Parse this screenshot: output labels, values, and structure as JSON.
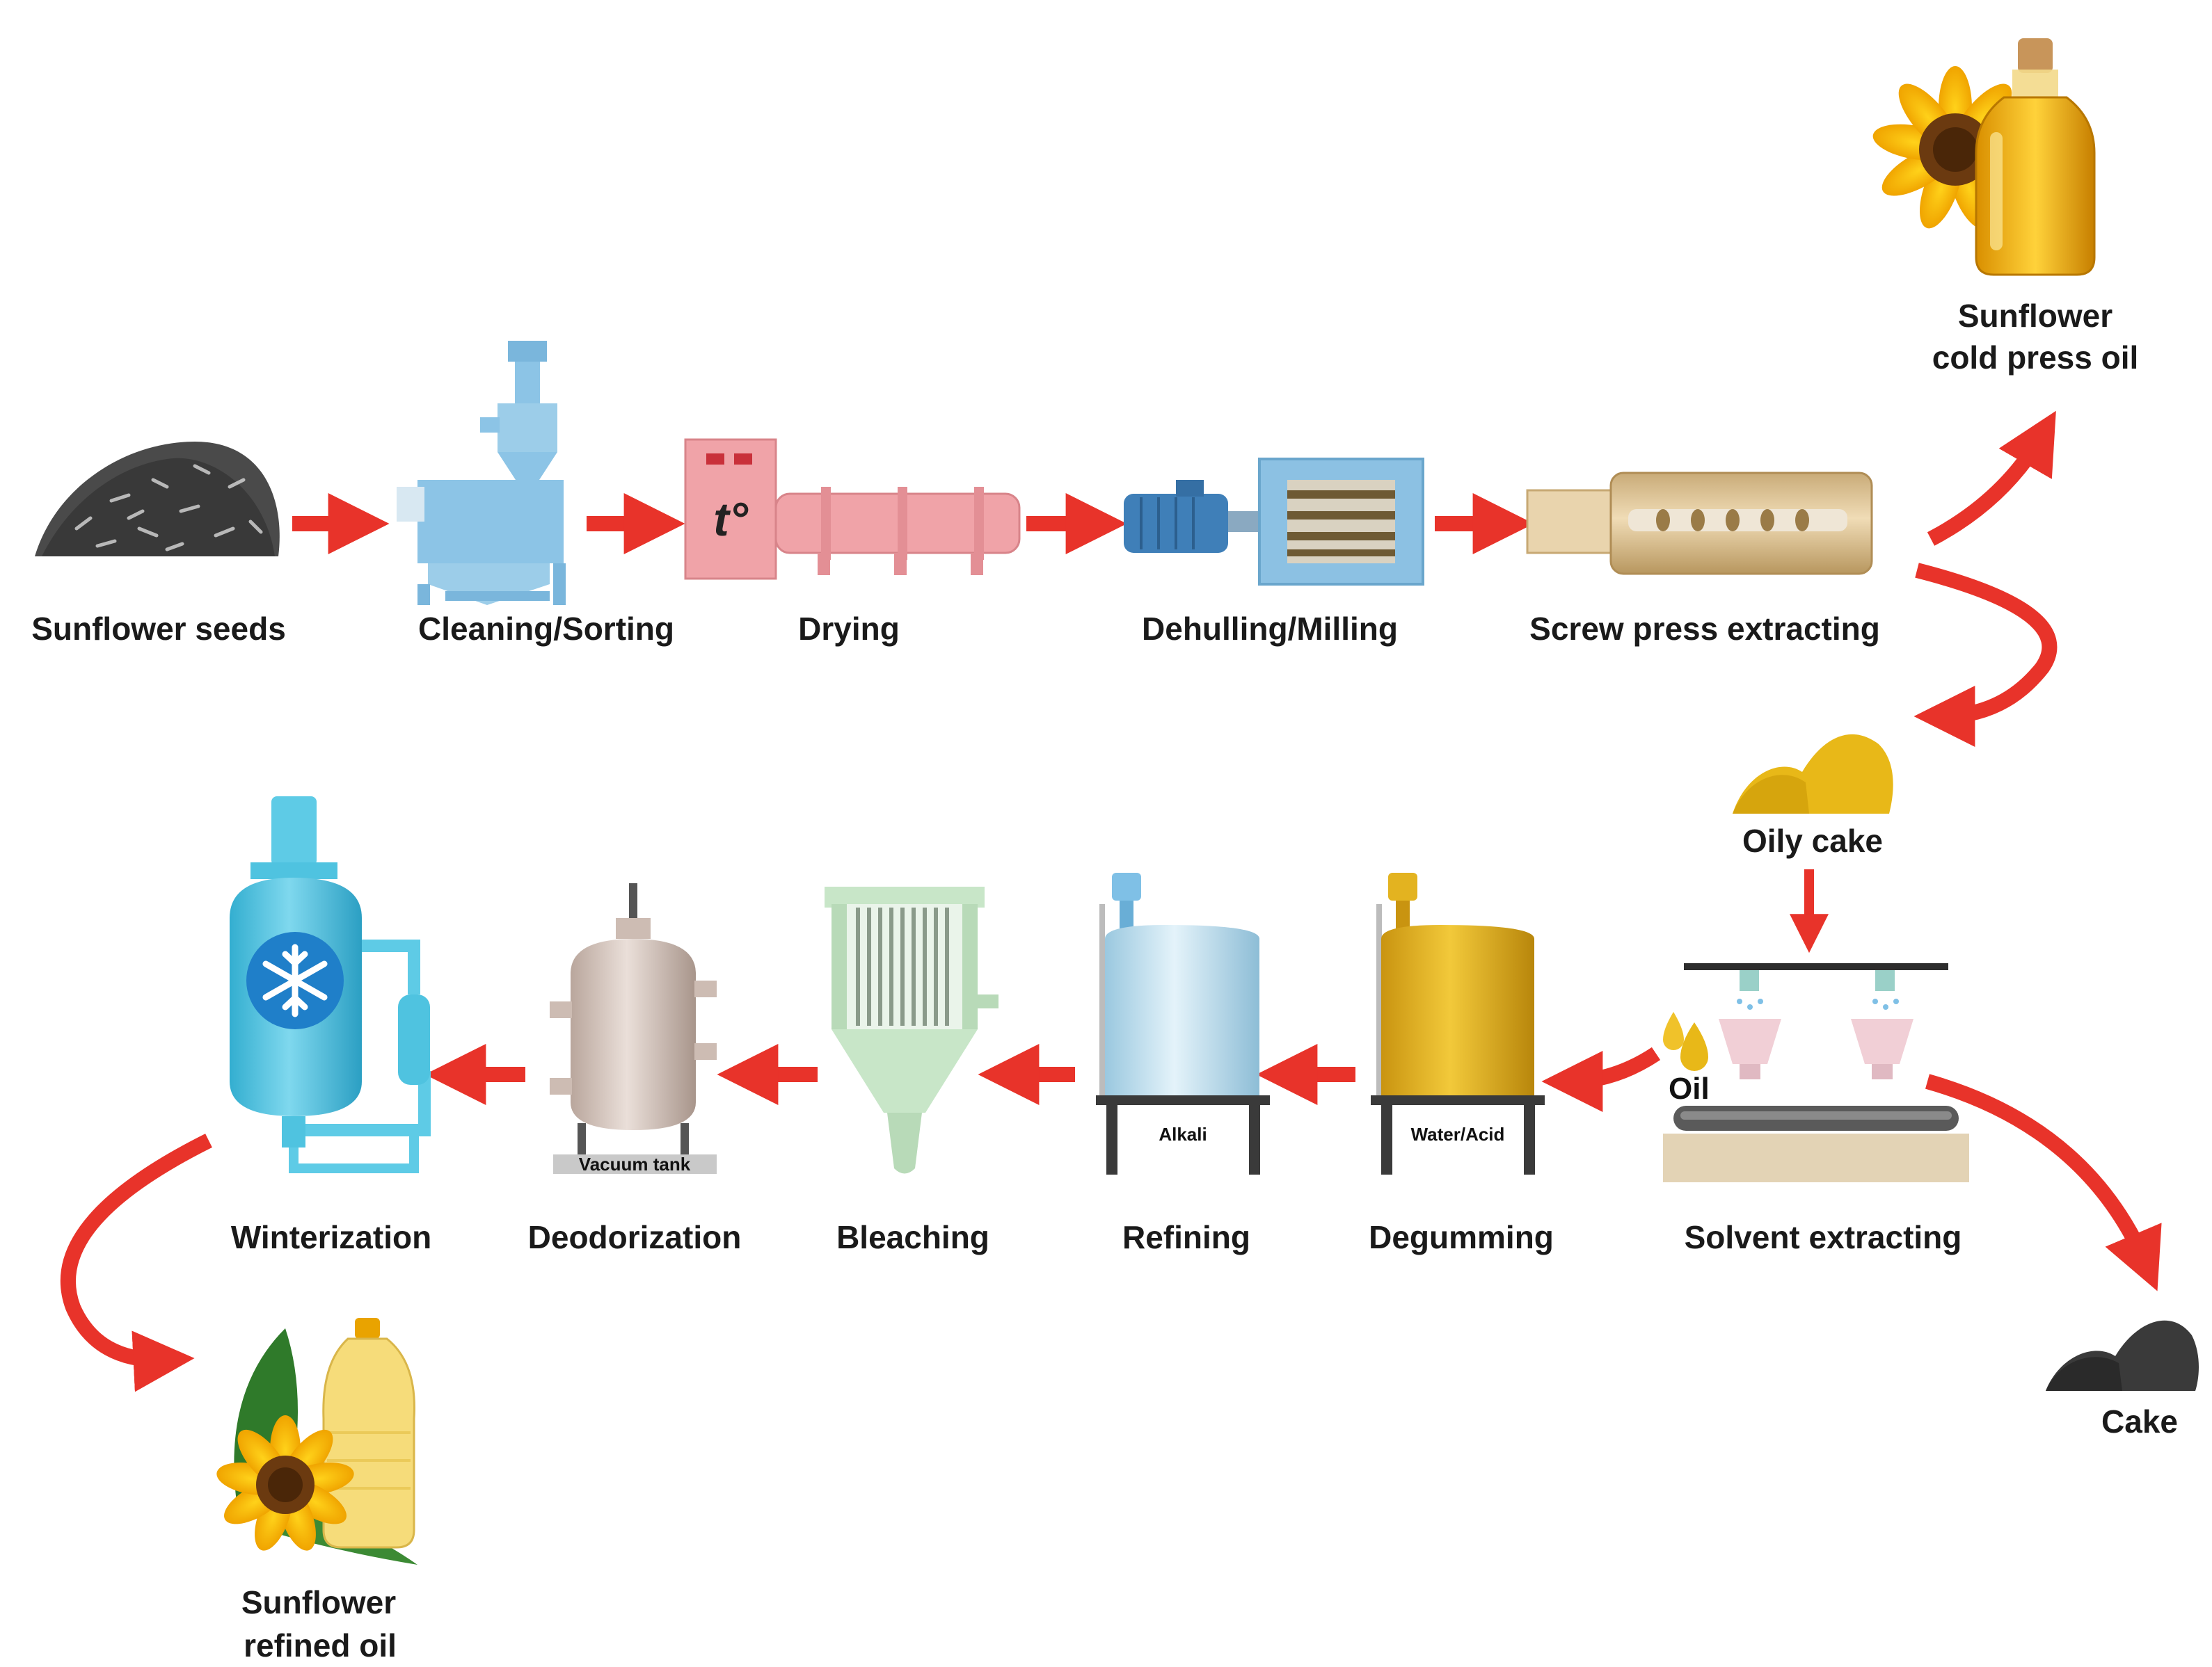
{
  "labels": {
    "seeds": "Sunflower seeds",
    "cleaning": "Cleaning/Sorting",
    "drying": "Drying",
    "dehulling": "Dehulling/Milling",
    "screw_press": "Screw press extracting",
    "cold_press_oil_1": "Sunflower",
    "cold_press_oil_2": "cold press oil",
    "oily_cake": "Oily cake",
    "solvent": "Solvent extracting",
    "oil": "Oil",
    "cake": "Cake",
    "degumming": "Degumming",
    "refining": "Refining",
    "bleaching": "Bleaching",
    "deodorization": "Deodorization",
    "winterization": "Winterization",
    "refined_oil_1": "Sunflower",
    "refined_oil_2": "refined oil"
  },
  "tags": {
    "temperature": "t°",
    "water_acid": "Water/Acid",
    "alkali": "Alkali",
    "vacuum_tank": "Vacuum tank"
  },
  "colors": {
    "arrow": "#e8332a",
    "cleaner": "#8cc4e6",
    "dryer": "#f0a3a8",
    "motor": "#3f7fb8",
    "press": "#dcc294",
    "degum_tank": "#e3b320",
    "refine_tank": "#bfe0ef",
    "bleacher": "#c8e6c8",
    "deodorizer": "#d9c8c0",
    "winterizer": "#4fc3e0",
    "oily_cake": "#e8b818",
    "cake": "#3a3a3a"
  },
  "icons": [
    "seed-pile-icon",
    "snowflake-icon",
    "oil-drop-icon",
    "sunflower-icon",
    "oil-bottle-icon"
  ]
}
